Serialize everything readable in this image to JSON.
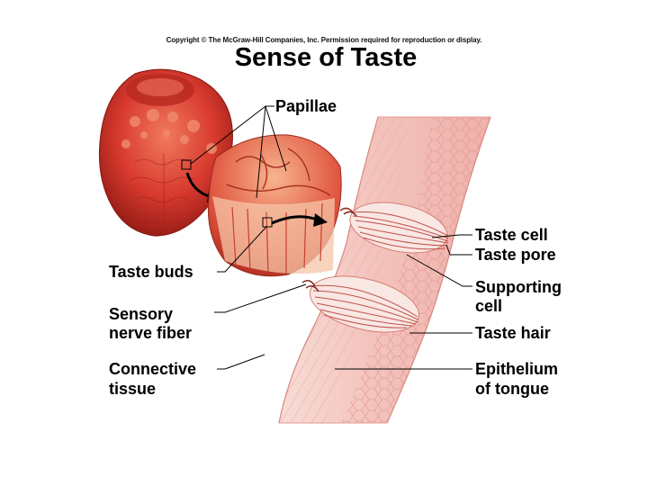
{
  "copyright": "Copyright © The McGraw-Hill Companies, Inc. Permission required for reproduction or display.",
  "title": "Sense of Taste",
  "labels": {
    "papillae": "Papillae",
    "taste_buds": "Taste buds",
    "sensory_nerve_fiber_1": "Sensory",
    "sensory_nerve_fiber_2": "nerve fiber",
    "connective_tissue_1": "Connective",
    "connective_tissue_2": "tissue",
    "taste_cell": "Taste cell",
    "taste_pore": "Taste pore",
    "supporting_cell_1": "Supporting",
    "supporting_cell_2": "cell",
    "taste_hair": "Taste hair",
    "epithelium_1": "Epithelium",
    "epithelium_2": "of tongue"
  },
  "colors": {
    "tongue": "#d83a2e",
    "tongue_dark": "#a8201a",
    "tissue": "#f6cfc9",
    "epithelium": "#f1b9b5",
    "arrow": "#000000"
  }
}
